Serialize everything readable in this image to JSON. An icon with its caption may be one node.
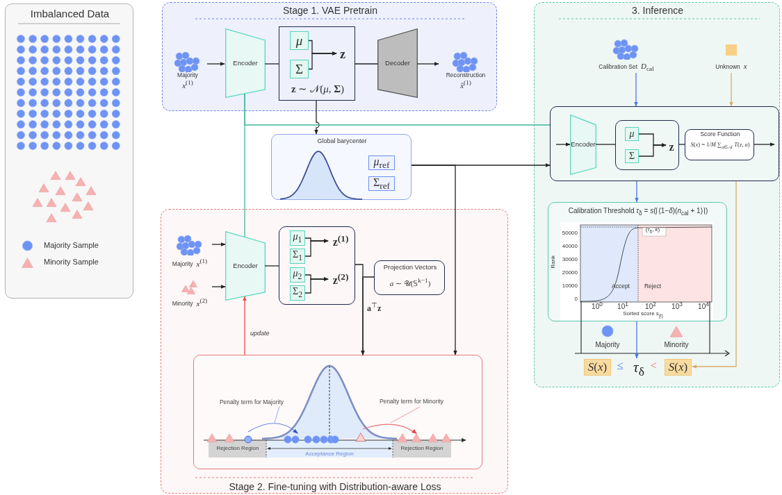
{
  "diagram": {
    "nodes": [
      {
        "text": [
          "Imbalanced Data"
        ]
      },
      {
        "text": [
          "Stage 1. VAE Pretrain"
        ]
      },
      {
        "text": [
          "Majority",
          "*x*$^{(1)}$"
        ],
        "in": 1
      },
      {
        "text": [
          "Encoder"
        ],
        "in": 1
      },
      {
        "text": [
          "**z** ∼ 𝒩(*μ*, **Σ**)"
        ],
        "in": 1
      },
      {
        "text": [
          "μ"
        ],
        "in": 4
      },
      {
        "text": [
          "Σ"
        ],
        "in": 4
      },
      {
        "text": [
          "z"
        ],
        "in": 4
      },
      {
        "text": [
          "Decoder"
        ],
        "in": 1
      },
      {
        "text": [
          "Reconstruction",
          "*x̂*$^{(1)}$"
        ],
        "in": 1
      },
      {
        "text": [
          "Global barycenter"
        ]
      },
      {
        "text": [
          "*μ*$_{ref}$"
        ],
        "in": 10
      },
      {
        "text": [
          "Σ$_{ref}$"
        ],
        "in": 10
      },
      {
        "text": [
          "Stage 2. Fine-tuning with Distribution-aware Loss"
        ]
      },
      {
        "text": [
          "Majority",
          "*x*$^{(1)}$"
        ],
        "in": 13
      },
      {
        "text": [
          "Minority",
          "*x*$^{(2)}$"
        ],
        "in": 13
      },
      {
        "text": [
          "Encoder"
        ],
        "in": 13
      },
      {
        "text": [],
        "shape": "box",
        "in": 13
      },
      {
        "text": [
          "*μ*$_{1}$"
        ],
        "in": 17
      },
      {
        "text": [
          "Σ$_{1}$"
        ],
        "in": 17
      },
      {
        "text": [
          "**z**$^{(1)}$"
        ],
        "in": 17
      },
      {
        "text": [
          "*μ*$_{2}$"
        ],
        "in": 17
      },
      {
        "text": [
          "Σ$_{2}$"
        ],
        "in": 17
      },
      {
        "text": [
          "**z**$^{(2)}$"
        ],
        "in": 17
      },
      {
        "text": [
          "Projection Vectors",
          "*a* ∼ 𝒰(𝕊$^{k−1}$)"
        ],
        "in": 13
      },
      {
        "text": [
          "Penalty term for Majority",
          "Penalty term for Minority",
          "Rejection Region",
          "Acceptance Region",
          "Rejection Region"
        ],
        "in": 13
      },
      {
        "text": [
          "3. Inference"
        ]
      },
      {
        "text": [
          "Calibration Set",
          "*D*$_{cal}$"
        ],
        "in": 26
      },
      {
        "text": [
          "Unknown",
          "*x*"
        ],
        "in": 26
      },
      {
        "text": [],
        "shape": "box",
        "in": 26
      },
      {
        "text": [
          "Encoder"
        ],
        "in": 29
      },
      {
        "text": [],
        "shape": "box",
        "in": 29
      },
      {
        "text": [
          "μ"
        ],
        "in": 31
      },
      {
        "text": [
          "Σ"
        ],
        "in": 31
      },
      {
        "text": [
          "z"
        ],
        "in": 31
      },
      {
        "text": [
          "Score Function",
          "*S*(*x*) = 1/*M* ∑$_{a∈𝒜}$ *T*(*z*, *a*)"
        ],
        "in": 29
      },
      {
        "text": [
          "Calibration Threshold  *τ*$_{δ}$ = *s*(⌈(1−*δ*)(*n*$_{cal}$ + 1)⌉)"
        ],
        "in": 26
      },
      {
        "text": [
          "Majority"
        ],
        "in": 26
      },
      {
        "text": [
          "Minority"
        ],
        "in": 26
      },
      {
        "text": [
          "*S*(*x*)"
        ],
        "in": 26
      },
      {
        "text": [
          "*τ*$_{δ}$"
        ],
        "in": 26
      },
      {
        "text": [
          "*S*(*x*)"
        ],
        "in": 26
      }
    ],
    "edges": [
      {
        "from": 2,
        "to": 3,
        "arrow": "to"
      },
      {
        "from": 3,
        "to": 4,
        "arrow": "none"
      },
      {
        "from": 5,
        "to": 7,
        "arrow": "to"
      },
      {
        "from": 6,
        "to": 7,
        "arrow": "to"
      },
      {
        "from": 4,
        "to": 8,
        "arrow": "none"
      },
      {
        "from": 8,
        "to": 9,
        "arrow": "to"
      },
      {
        "from": 4,
        "to": 10,
        "arrow": "to"
      },
      {
        "from": 3,
        "to": 29,
        "arrow": "none",
        "color": "#3fb59c"
      },
      {
        "from": 3,
        "to": 16,
        "arrow": "none",
        "color": "#3fb59c"
      },
      {
        "from": 10,
        "to": 29,
        "arrow": "to"
      },
      {
        "from": 10,
        "to": 25,
        "arrow": "to"
      },
      {
        "from": 14,
        "to": 16,
        "arrow": "to"
      },
      {
        "from": 15,
        "to": 16,
        "arrow": "to"
      },
      {
        "from": 16,
        "to": 17,
        "arrow": "none"
      },
      {
        "from": 18,
        "to": 20,
        "arrow": "to"
      },
      {
        "from": 19,
        "to": 20,
        "arrow": "to"
      },
      {
        "from": 21,
        "to": 23,
        "arrow": "to"
      },
      {
        "from": 22,
        "to": 23,
        "arrow": "to"
      },
      {
        "from": 17,
        "to": 25,
        "arrow": "to",
        "label": "**a**$^{⊤}$**z**"
      },
      {
        "from": 24,
        "to": 25,
        "arrow": "to"
      },
      {
        "from": 25,
        "to": 16,
        "arrow": "to",
        "label": "update",
        "color": "#ee4b4b"
      },
      {
        "from": 27,
        "to": 29,
        "arrow": "to",
        "color": "#4a78e8"
      },
      {
        "from": 28,
        "to": 29,
        "arrow": "to",
        "color": "#d9ad6a"
      },
      {
        "from": null,
        "to": 30,
        "arrow": "to"
      },
      {
        "from": 30,
        "to": 31,
        "arrow": "none"
      },
      {
        "from": 32,
        "to": 34,
        "arrow": "to"
      },
      {
        "from": 33,
        "to": 34,
        "arrow": "to"
      },
      {
        "from": 31,
        "to": 35,
        "arrow": "none"
      },
      {
        "from": 35,
        "to": null,
        "arrow": "to"
      },
      {
        "from": 29,
        "to": 36,
        "arrow": "to",
        "color": "#4a78e8"
      },
      {
        "from": 36,
        "to": 40,
        "arrow": "to",
        "color": "#4a78e8"
      },
      {
        "from": 29,
        "to": 41,
        "arrow": "to",
        "color": "#d9ad6a"
      }
    ],
    "labels": [
      "≤",
      "<",
      "50000",
      "40000",
      "30000",
      "20000",
      "10000",
      "0",
      "Rank",
      "10$^{0}$",
      "10$^{1}$",
      "10$^{2}$",
      "10$^{3}$",
      "10$^{4}$",
      "Sorted score *s*$_{(i)}$",
      "Accept",
      "Reject",
      "(*τ*$_{δ}$, *k*)"
    ],
    "legend": [
      {
        "text": "Majority Sample"
      },
      {
        "text": "Minority Sample"
      }
    ]
  }
}
